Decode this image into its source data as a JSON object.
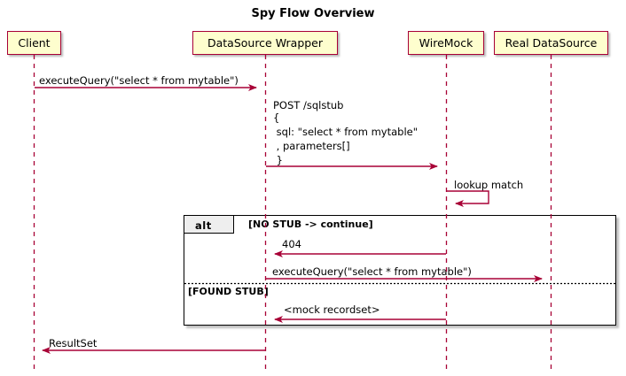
{
  "diagram": {
    "type": "sequence-diagram",
    "title": "Spy Flow Overview",
    "colors": {
      "participant_fill": "#FEFECE",
      "participant_border": "#A80036",
      "arrow": "#A80036",
      "frame_border": "#000000",
      "frame_tab_fill": "#EEEEEE",
      "text": "#000000",
      "background": "#FFFFFF"
    },
    "participants": [
      {
        "id": "client",
        "label": "Client"
      },
      {
        "id": "wrapper",
        "label": "DataSource Wrapper"
      },
      {
        "id": "wiremock",
        "label": "WireMock"
      },
      {
        "id": "real",
        "label": "Real DataSource"
      }
    ],
    "messages": [
      {
        "id": "m1",
        "from": "client",
        "to": "wrapper",
        "label": "executeQuery(\"select * from mytable\")",
        "lines": [
          "executeQuery(\"select * from mytable\")"
        ],
        "style": "solid",
        "direction": "right"
      },
      {
        "id": "m2",
        "from": "wrapper",
        "to": "wiremock",
        "label": "POST /sqlstub { sql: \"select * from mytable\" , parameters[] }",
        "lines": [
          "POST /sqlstub",
          "{",
          " sql: \"select * from mytable\"",
          " , parameters[]",
          " }"
        ],
        "style": "solid",
        "direction": "right"
      },
      {
        "id": "m3",
        "from": "wiremock",
        "to": "wiremock",
        "label": "lookup match",
        "lines": [
          "lookup match"
        ],
        "style": "solid",
        "direction": "self"
      },
      {
        "id": "m4",
        "from": "wiremock",
        "to": "wrapper",
        "label": "404",
        "lines": [
          "404"
        ],
        "style": "solid",
        "direction": "left"
      },
      {
        "id": "m5",
        "from": "wrapper",
        "to": "real",
        "label": "executeQuery(\"select * from mytable\")",
        "lines": [
          "executeQuery(\"select * from mytable\")"
        ],
        "style": "solid",
        "direction": "right"
      },
      {
        "id": "m6",
        "from": "wiremock",
        "to": "wrapper",
        "label": "<mock recordset>",
        "lines": [
          "<mock recordset>"
        ],
        "style": "solid",
        "direction": "left"
      },
      {
        "id": "m7",
        "from": "wrapper",
        "to": "client",
        "label": "ResultSet",
        "lines": [
          "ResultSet"
        ],
        "style": "solid",
        "direction": "left"
      }
    ],
    "fragments": [
      {
        "id": "alt-1",
        "operator": "alt",
        "branches": [
          {
            "id": "branch-no-stub",
            "condition": "[NO STUB -> continue]"
          },
          {
            "id": "branch-found-stub",
            "condition": "[FOUND STUB]"
          }
        ]
      }
    ]
  }
}
